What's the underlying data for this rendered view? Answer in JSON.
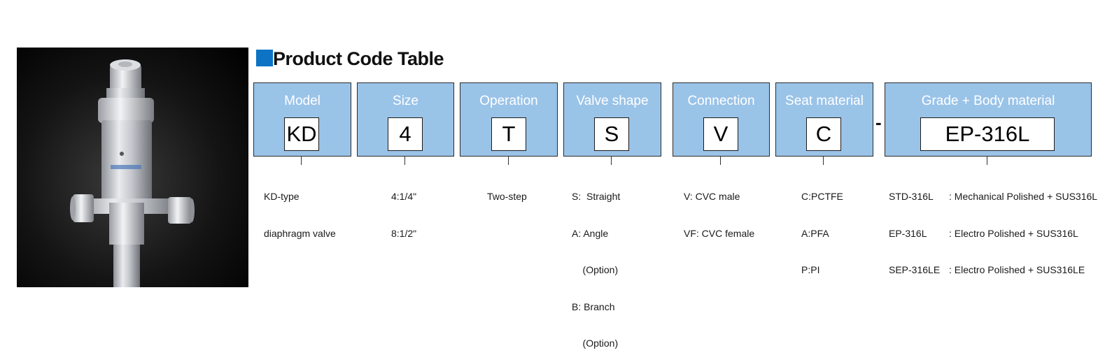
{
  "title": "Product Code Table",
  "colors": {
    "title_marker": "#0d73c4",
    "box_fill": "#9ac3e8",
    "box_head_text": "#ffffff"
  },
  "fields": [
    {
      "header": "Model",
      "code": "KD",
      "options": [
        "KD-type",
        "diaphragm valve"
      ]
    },
    {
      "header": "Size",
      "code": "4",
      "options": [
        "4:1/4\"",
        "8:1/2\""
      ]
    },
    {
      "header": "Operation",
      "code": "T",
      "options": [
        "Two-step"
      ]
    },
    {
      "header": "Valve shape",
      "code": "S",
      "options": [
        "S:  Straight",
        "A: Angle",
        "    (Option)",
        "B: Branch",
        "    (Option)"
      ]
    },
    {
      "header": "Connection",
      "code": "V",
      "options": [
        "V: CVC male",
        "VF: CVC female"
      ]
    },
    {
      "header": "Seat material",
      "code": "C",
      "options": [
        "C:PCTFE",
        "A:PFA",
        "P:PI"
      ]
    },
    {
      "header": "Grade + Body material",
      "code": "EP-316L",
      "options": [
        {
          "grade": "STD-316L",
          "desc": ": Mechanical Polished + SUS316L"
        },
        {
          "grade": "EP-316L",
          "desc": ": Electro Polished + SUS316L"
        },
        {
          "grade": "SEP-316LE",
          "desc": ": Electro Polished + SUS316LE"
        }
      ]
    }
  ],
  "separator": "-"
}
